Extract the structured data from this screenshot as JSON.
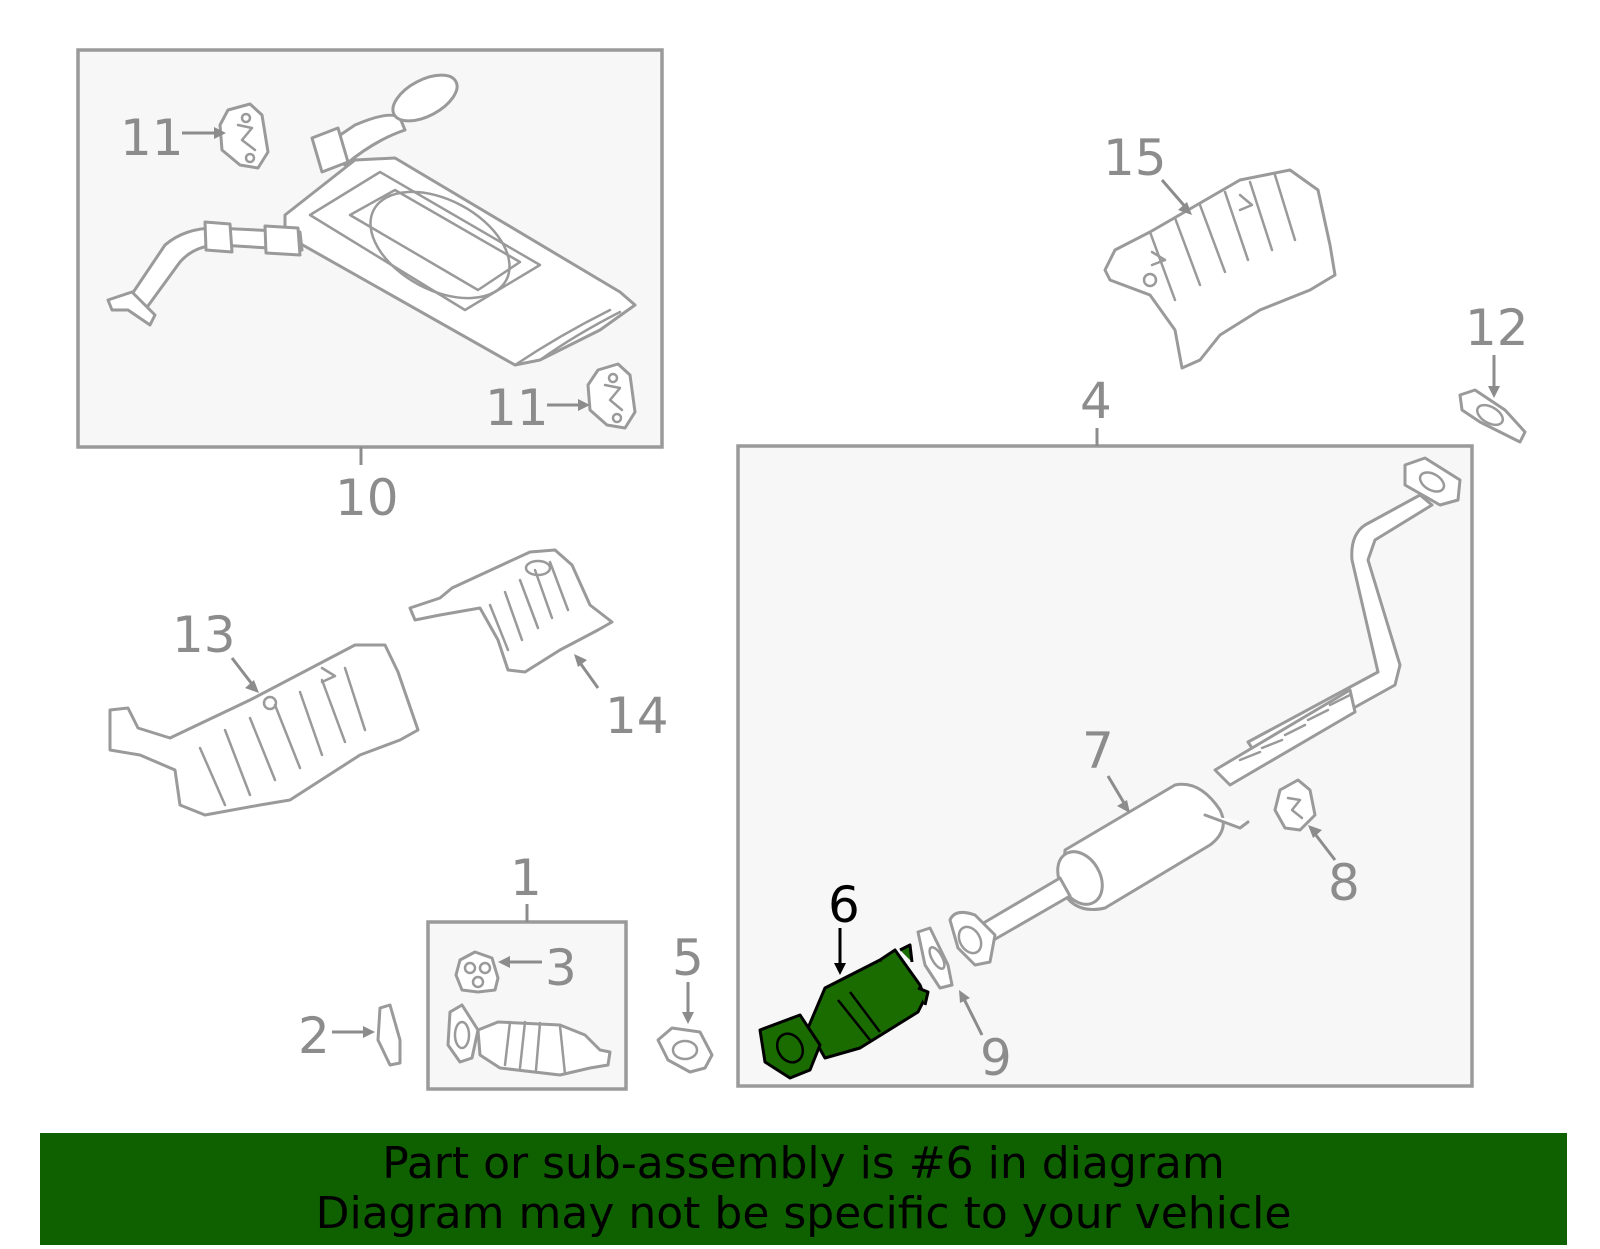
{
  "diagram": {
    "labels": {
      "p1": "1",
      "p2": "2",
      "p3": "3",
      "p4": "4",
      "p5": "5",
      "p6": "6",
      "p7": "7",
      "p8": "8",
      "p9": "9",
      "p10": "10",
      "p11a": "11",
      "p11b": "11",
      "p12": "12",
      "p13": "13",
      "p14": "14",
      "p15": "15"
    },
    "highlight_color": "#1a6b00"
  },
  "banner": {
    "line1": "Part or sub-assembly is #6 in diagram",
    "line2": "Diagram may not be specific to your vehicle",
    "background": "#0f6100"
  }
}
